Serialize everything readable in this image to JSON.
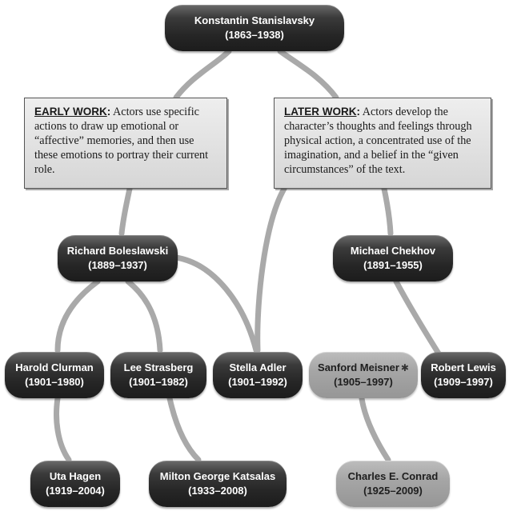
{
  "root": {
    "name": "Konstantin Stanislavsky",
    "dates": "(1863–1938)"
  },
  "early_work": {
    "heading": "EARLY WORK",
    "separator": ":",
    "text": " Actors use specific actions to draw up emotional or “affective” memories, and then use these emotions to portray their current role."
  },
  "later_work": {
    "heading": "LATER WORK",
    "separator": ":",
    "text": " Actors develop the character’s thoughts and feelings through physical action, a concentrated use of the imagination, and a belief in the “given circumstances” of the text."
  },
  "people": {
    "boleslawski": {
      "name": "Richard Boleslawski",
      "dates": "(1889–1937)"
    },
    "chekhov": {
      "name": "Michael Chekhov",
      "dates": "(1891–1955)"
    },
    "clurman": {
      "name": "Harold Clurman",
      "dates": "(1901–1980)"
    },
    "strasberg": {
      "name": "Lee Strasberg",
      "dates": "(1901–1982)"
    },
    "adler": {
      "name": "Stella Adler",
      "dates": "(1901–1992)"
    },
    "meisner": {
      "name": "Sanford Meisner",
      "marker": "✱",
      "dates": "(1905–1997)"
    },
    "lewis": {
      "name": "Robert Lewis",
      "dates": "(1909–1997)"
    },
    "hagen": {
      "name": "Uta Hagen",
      "dates": "(1919–2004)"
    },
    "katsalas": {
      "name": "Milton George Katsalas",
      "dates": "(1933–2008)"
    },
    "conrad": {
      "name": "Charles E. Conrad",
      "dates": "(1925–2009)"
    }
  },
  "colors": {
    "dark_node": "#262626",
    "light_node": "#a6a6a6",
    "connector": "#a9a9a9",
    "note_fill": "#e0e0e0"
  }
}
